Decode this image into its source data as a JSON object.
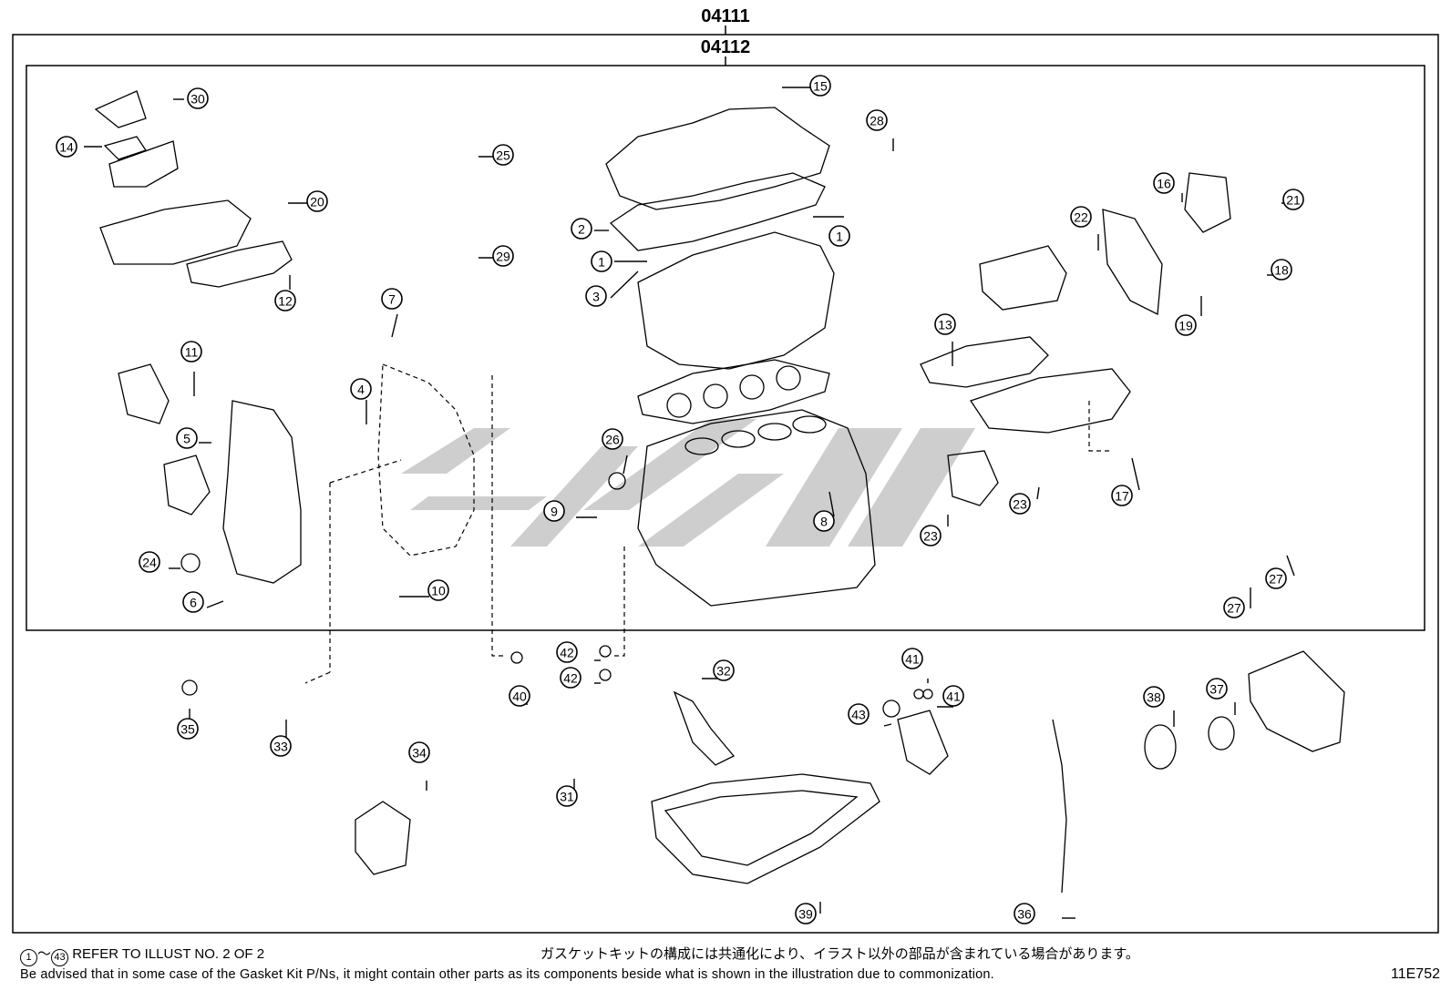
{
  "kits": {
    "outer_code": "04111",
    "inner_code": "04112"
  },
  "callouts": [
    {
      "num": "1"
    },
    {
      "num": "1"
    },
    {
      "num": "2"
    },
    {
      "num": "3"
    },
    {
      "num": "4"
    },
    {
      "num": "5"
    },
    {
      "num": "6"
    },
    {
      "num": "7"
    },
    {
      "num": "8"
    },
    {
      "num": "9"
    },
    {
      "num": "10"
    },
    {
      "num": "11"
    },
    {
      "num": "12"
    },
    {
      "num": "13"
    },
    {
      "num": "14"
    },
    {
      "num": "15"
    },
    {
      "num": "16"
    },
    {
      "num": "17"
    },
    {
      "num": "18"
    },
    {
      "num": "19"
    },
    {
      "num": "20"
    },
    {
      "num": "21"
    },
    {
      "num": "22"
    },
    {
      "num": "23"
    },
    {
      "num": "23"
    },
    {
      "num": "24"
    },
    {
      "num": "25"
    },
    {
      "num": "26"
    },
    {
      "num": "27"
    },
    {
      "num": "27"
    },
    {
      "num": "28"
    },
    {
      "num": "29"
    },
    {
      "num": "30"
    },
    {
      "num": "31"
    },
    {
      "num": "32"
    },
    {
      "num": "33"
    },
    {
      "num": "34"
    },
    {
      "num": "35"
    },
    {
      "num": "36"
    },
    {
      "num": "37"
    },
    {
      "num": "38"
    },
    {
      "num": "39"
    },
    {
      "num": "40"
    },
    {
      "num": "41"
    },
    {
      "num": "41"
    },
    {
      "num": "42"
    },
    {
      "num": "42"
    },
    {
      "num": "43"
    }
  ],
  "footer": {
    "range_start": "1",
    "range_tilde": "～",
    "range_end": "43",
    "range_note": "REFER TO ILLUST NO. 2 OF 2",
    "note_jp": "ガスケットキットの構成には共通化により、イラスト以外の部品が含まれている場合があります。",
    "note_en": "Be advised that in some case of the Gasket Kit P/Ns,  it might contain other parts as its components beside what is shown in the illustration due to commonization.",
    "drawing_id": "11E752"
  }
}
